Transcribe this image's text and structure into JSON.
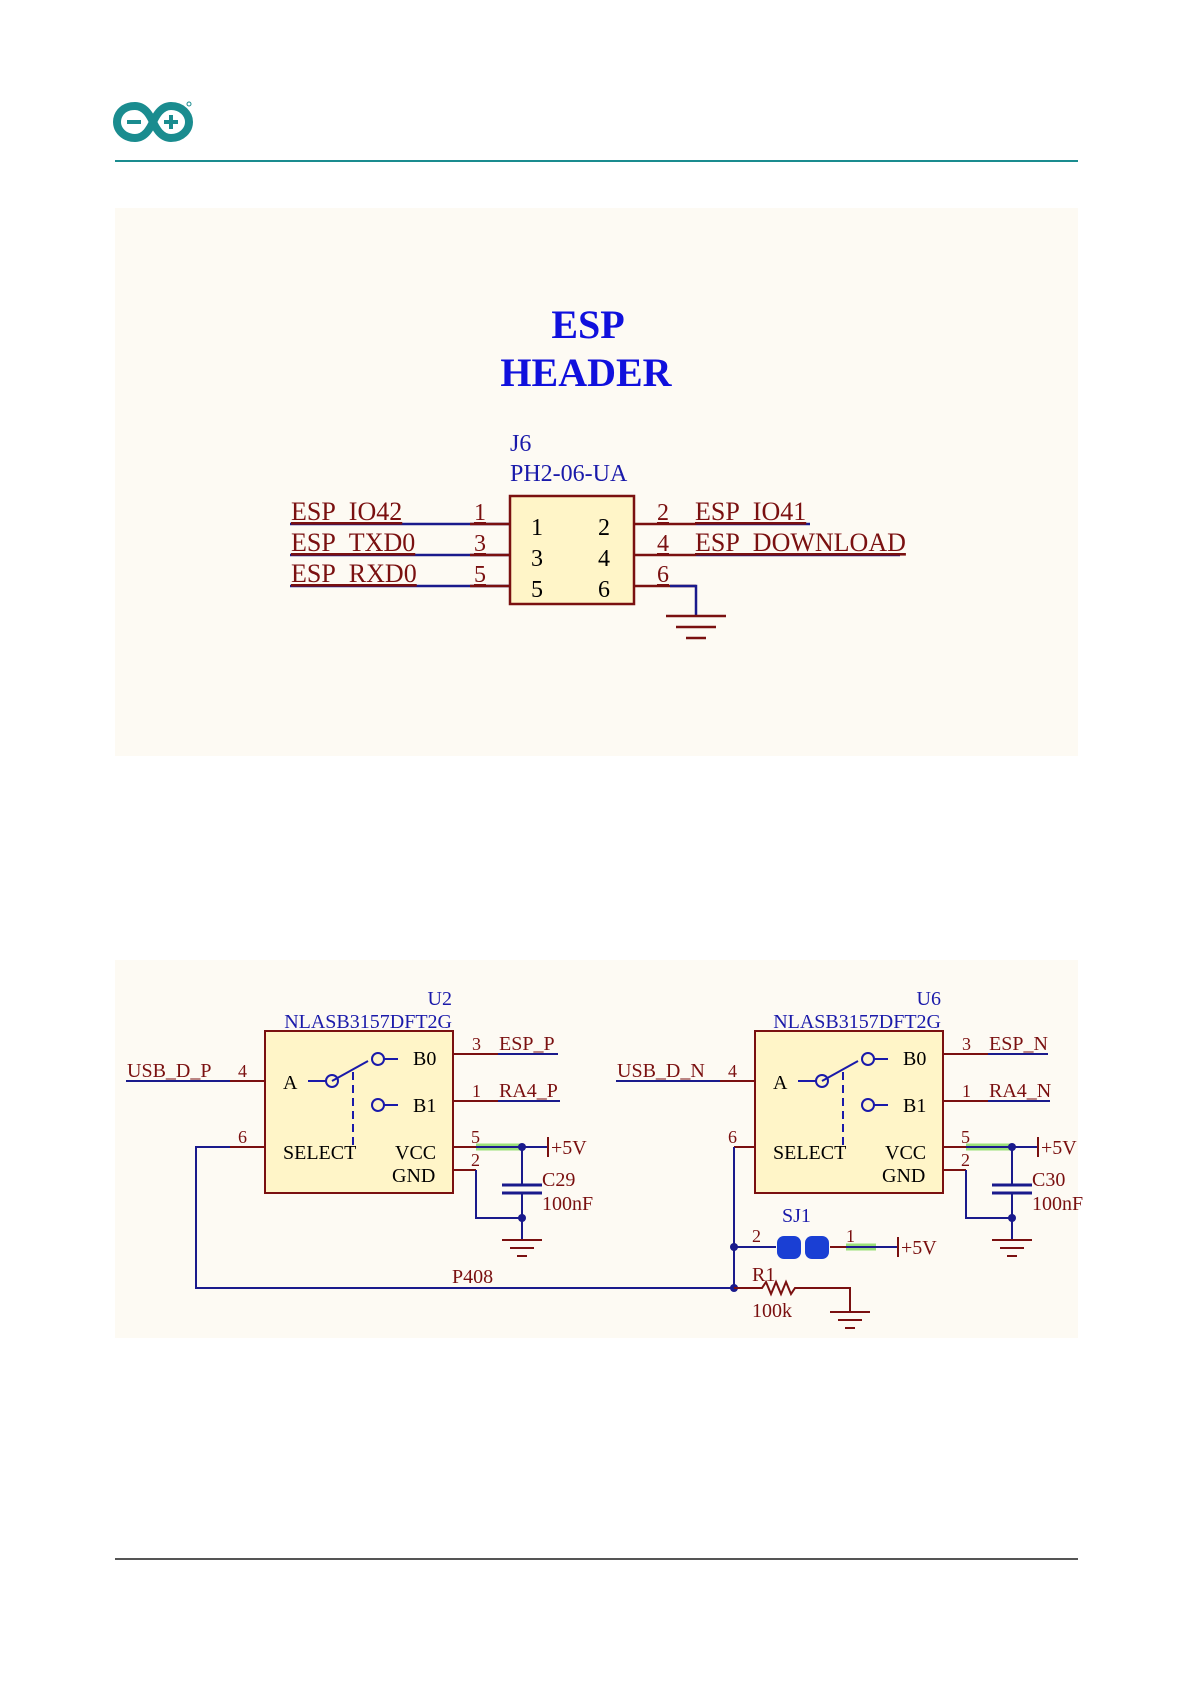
{
  "brand": {
    "logo": "arduino-infinity-logo",
    "accent": "#1a8c8f"
  },
  "esp_header": {
    "title_line1": "ESP",
    "title_line2": "HEADER",
    "ref": "J6",
    "part": "PH2-06-UA",
    "left_nets": [
      {
        "name": "ESP_IO42",
        "pin": "1"
      },
      {
        "name": "ESP_TXD0",
        "pin": "3"
      },
      {
        "name": "ESP_RXD0",
        "pin": "5"
      }
    ],
    "right_nets": [
      {
        "name": "ESP_IO41",
        "pin": "2"
      },
      {
        "name": "ESP_DOWNLOAD",
        "pin": "4"
      },
      {
        "name": "",
        "pin": "6"
      }
    ],
    "body_pins": [
      "1",
      "2",
      "3",
      "4",
      "5",
      "6"
    ]
  },
  "switch_u2": {
    "ref": "U2",
    "part": "NLASB3157DFT2G",
    "in_net": "USB_D_P",
    "pin_a": "4",
    "pin_b0": "3",
    "pin_b1": "1",
    "pin_select": "6",
    "pin_vcc": "5",
    "pin_gnd": "2",
    "net_b0": "ESP_P",
    "net_b1": "RA4_P",
    "labels": {
      "a": "A",
      "b0": "B0",
      "b1": "B1",
      "select": "SELECT",
      "vcc": "VCC",
      "gnd": "GND"
    },
    "power": "+5V",
    "cap_ref": "C29",
    "cap_val": "100nF"
  },
  "switch_u6": {
    "ref": "U6",
    "part": "NLASB3157DFT2G",
    "in_net": "USB_D_N",
    "pin_a": "4",
    "pin_b0": "3",
    "pin_b1": "1",
    "pin_select": "6",
    "pin_vcc": "5",
    "pin_gnd": "2",
    "net_b0": "ESP_N",
    "net_b1": "RA4_N",
    "labels": {
      "a": "A",
      "b0": "B0",
      "b1": "B1",
      "select": "SELECT",
      "vcc": "VCC",
      "gnd": "GND"
    },
    "power": "+5V",
    "cap_ref": "C30",
    "cap_val": "100nF"
  },
  "select_net": {
    "net": "P408",
    "jumper_ref": "SJ1",
    "jumper_pin1": "1",
    "jumper_pin2": "2",
    "jumper_power": "+5V",
    "res_ref": "R1",
    "res_val": "100k"
  },
  "colors": {
    "wire": "#1a1a8c",
    "wire_red": "#7a1010",
    "body_fill": "#fff5c8",
    "panel_bg": "#fdfaf3",
    "highlight": "#9be07a",
    "jumper": "#1a3fd4"
  }
}
